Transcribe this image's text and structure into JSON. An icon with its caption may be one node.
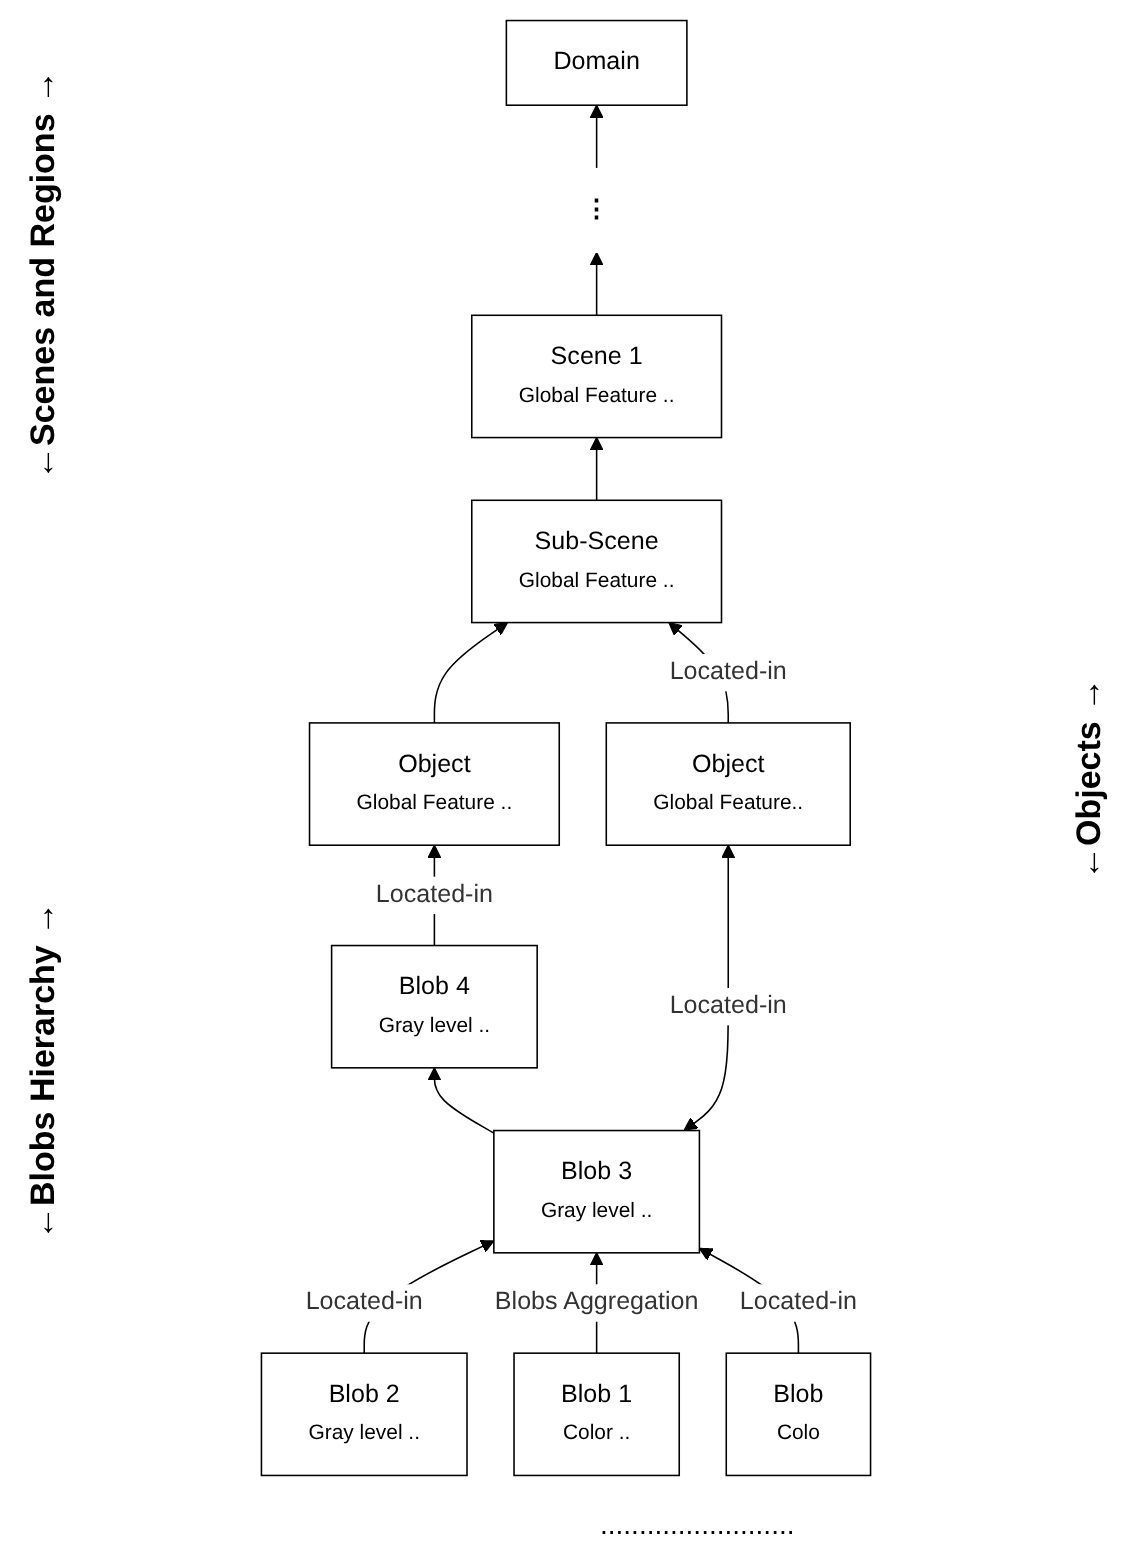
{
  "diagram": {
    "nodes": [
      {
        "text": [
          "Domain"
        ]
      },
      {
        "text": [
          "⋮"
        ]
      },
      {
        "text": [
          "Scene 1",
          "Global Feature .."
        ]
      },
      {
        "text": [
          "Sub-Scene",
          "Global Feature .."
        ]
      },
      {
        "text": [
          "Object",
          "Global Feature .."
        ]
      },
      {
        "text": [
          "Object",
          "Global Feature.."
        ]
      },
      {
        "text": [
          "Blob 4",
          "Gray level .."
        ]
      },
      {
        "text": [
          "Blob 3",
          "Gray level .."
        ]
      },
      {
        "text": [
          "Blob 2",
          "Gray level .."
        ]
      },
      {
        "text": [
          "Blob 1",
          "Color .."
        ]
      },
      {
        "text": [
          "Blob",
          "Colo"
        ]
      }
    ],
    "edges": [
      {
        "from": 2,
        "to": 1,
        "arrow": "to"
      },
      {
        "from": 1,
        "to": 0,
        "arrow": "to"
      },
      {
        "from": 3,
        "to": 2,
        "arrow": "to"
      },
      {
        "from": 4,
        "to": 3,
        "arrow": "to"
      },
      {
        "from": 5,
        "to": 3,
        "arrow": "to",
        "label": "Located-in"
      },
      {
        "from": 6,
        "to": 4,
        "arrow": "to",
        "label": "Located-in"
      },
      {
        "from": 7,
        "to": 6,
        "arrow": "to"
      },
      {
        "from": 8,
        "to": 7,
        "arrow": "to",
        "label": "Located-in"
      },
      {
        "from": 9,
        "to": 7,
        "arrow": "to",
        "label": "Blobs Aggregation"
      },
      {
        "from": 10,
        "to": 7,
        "arrow": "to",
        "label": "Located-in"
      },
      {
        "from": 7,
        "to": 5,
        "arrow": "both",
        "label": "Located-in"
      }
    ],
    "labels": [
      "←Scenes and Regions →",
      "←Blobs Hierarchy →",
      "←Objects →",
      "........................."
    ]
  }
}
